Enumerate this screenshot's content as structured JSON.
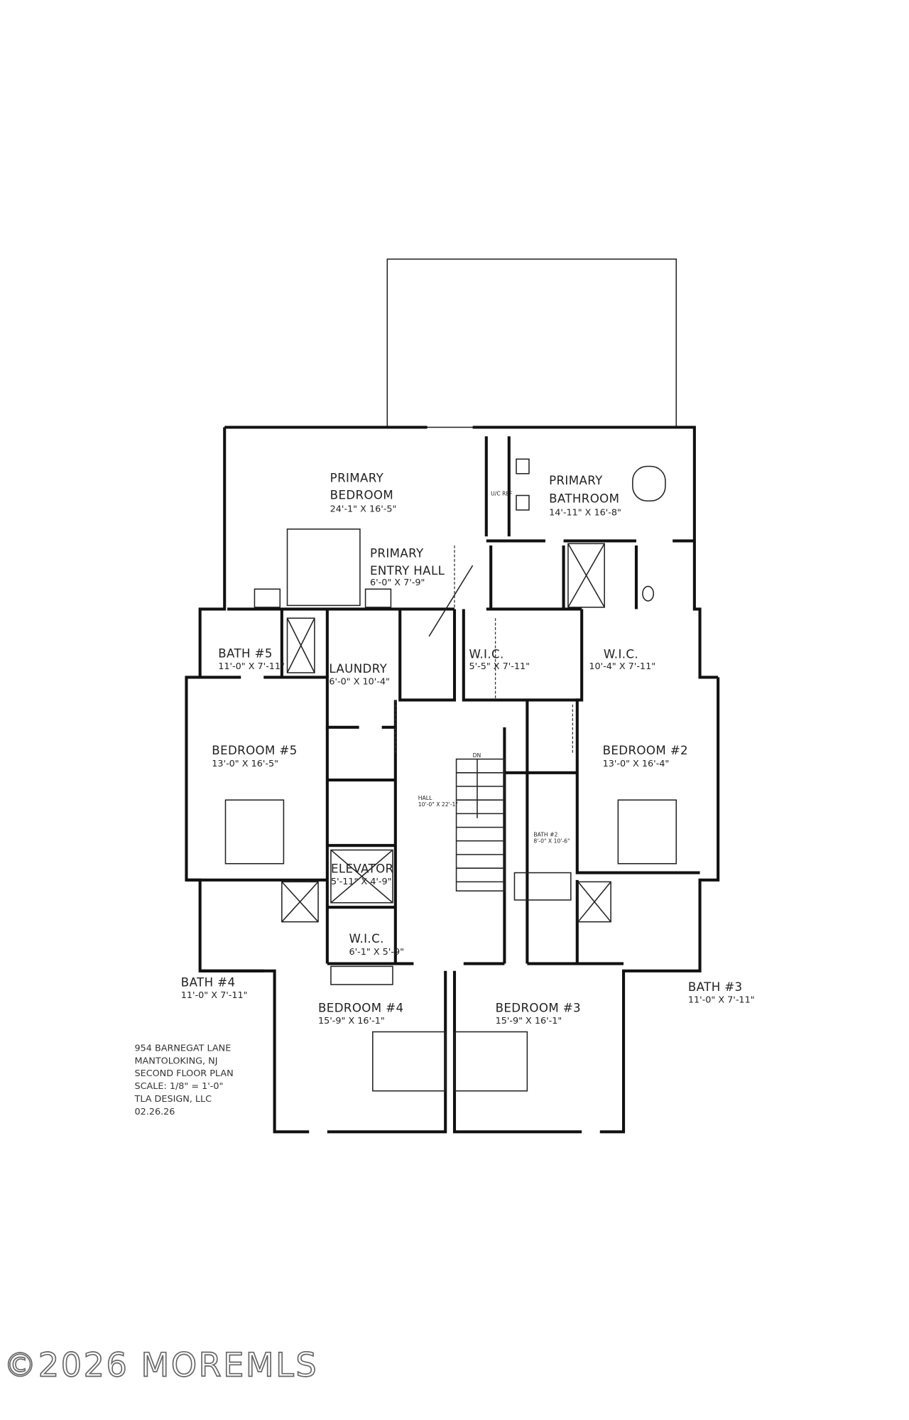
{
  "rooms": {
    "primary_bedroom": {
      "name1": "PRIMARY",
      "name2": "BEDROOM",
      "size": "24'-1\" X 16'-5\""
    },
    "primary_bathroom": {
      "name1": "PRIMARY",
      "name2": "BATHROOM",
      "size": "14'-11\" X 16'-8\""
    },
    "primary_entry_hall": {
      "name1": "PRIMARY",
      "name2": "ENTRY HALL",
      "size": "6'-0\" X 7'-9\""
    },
    "wic_ref": "U/C REF",
    "bath5": {
      "name": "BATH #5",
      "size": "11'-0\" X 7'-11\""
    },
    "laundry": {
      "name": "LAUNDRY",
      "size": "6'-0\" X 10'-4\""
    },
    "wic1": {
      "name": "W.I.C.",
      "size": "5'-5\" X 7'-11\""
    },
    "wic2": {
      "name": "W.I.C.",
      "size": "10'-4\" X 7'-11\""
    },
    "bedroom5": {
      "name": "BEDROOM #5",
      "size": "13'-0\" X 16'-5\""
    },
    "bedroom2": {
      "name": "BEDROOM #2",
      "size": "13'-0\" X 16'-4\""
    },
    "hall": {
      "name": "HALL",
      "size": "10'-0\" X 22'-1\""
    },
    "stair": "DN",
    "bath2": {
      "name": "BATH #2",
      "size": "8'-0\" X 10'-6\""
    },
    "elevator": {
      "name": "ELEVATOR",
      "size": "5'-11\" X 4'-9\""
    },
    "wic3": {
      "name": "W.I.C.",
      "size": "6'-1\" X 5'-9\""
    },
    "bath4": {
      "name": "BATH #4",
      "size": "11'-0\" X 7'-11\""
    },
    "bath3": {
      "name": "BATH #3",
      "size": "11'-0\" X 7'-11\""
    },
    "bedroom4": {
      "name": "BEDROOM #4",
      "size": "15'-9\" X 16'-1\""
    },
    "bedroom3": {
      "name": "BEDROOM #3",
      "size": "15'-9\" X 16'-1\""
    }
  },
  "title_block": {
    "address": "954 BARNEGAT LANE",
    "town": "MANTOLOKING, NJ",
    "sheet": "SECOND FLOOR PLAN",
    "scale": "SCALE: 1/8\" = 1'-0\"",
    "designer": "TLA DESIGN, LLC",
    "date": "02.26.26"
  },
  "watermark": "©2026 MOREMLS"
}
